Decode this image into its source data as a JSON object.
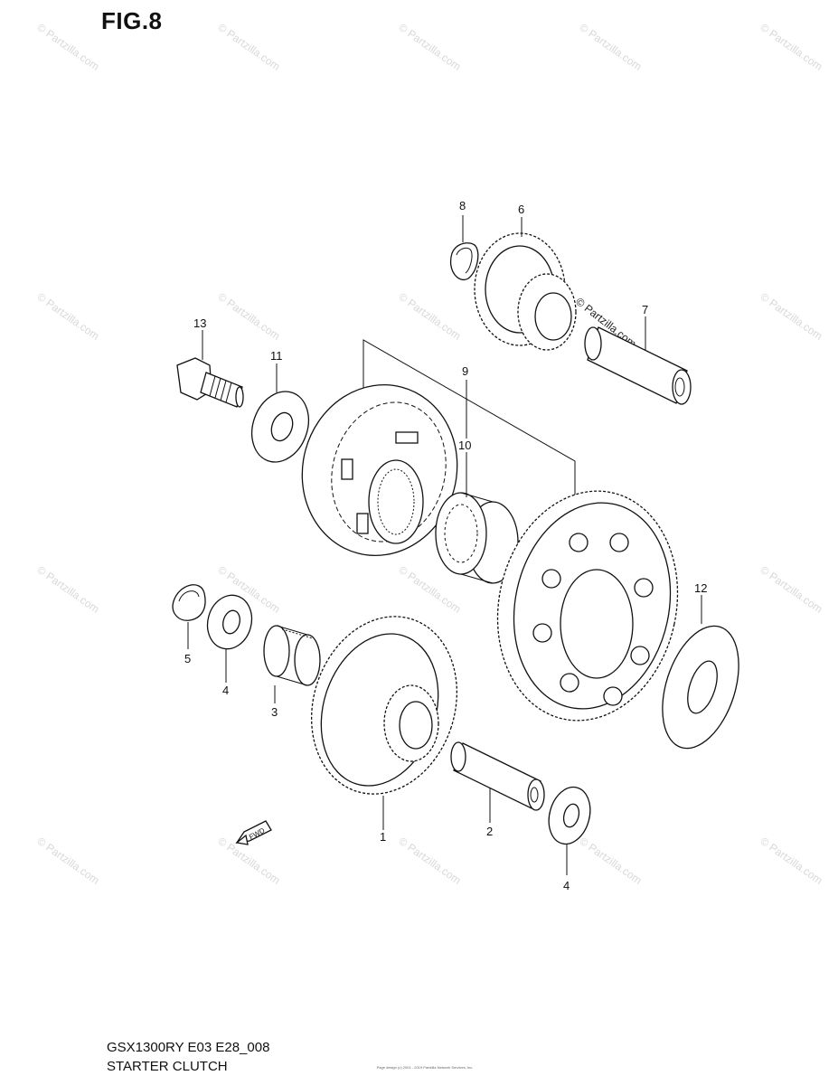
{
  "figure": {
    "title": "FIG.8",
    "model_code": "GSX1300RY E03 E28_008",
    "name": "STARTER CLUTCH",
    "copyright": "Page design (c) 2001 - 2019 Partzilla Network Services, Inc."
  },
  "watermark": {
    "text": "© Partzilla.com"
  },
  "fwd_label": "FWD",
  "callouts": [
    {
      "id": "c1",
      "label": "1"
    },
    {
      "id": "c2",
      "label": "2"
    },
    {
      "id": "c3",
      "label": "3"
    },
    {
      "id": "c4a",
      "label": "4"
    },
    {
      "id": "c4b",
      "label": "4"
    },
    {
      "id": "c5",
      "label": "5"
    },
    {
      "id": "c6",
      "label": "6"
    },
    {
      "id": "c7",
      "label": "7"
    },
    {
      "id": "c8",
      "label": "8"
    },
    {
      "id": "c9",
      "label": "9"
    },
    {
      "id": "c10",
      "label": "10"
    },
    {
      "id": "c11",
      "label": "11"
    },
    {
      "id": "c12",
      "label": "12"
    },
    {
      "id": "c13",
      "label": "13"
    }
  ]
}
